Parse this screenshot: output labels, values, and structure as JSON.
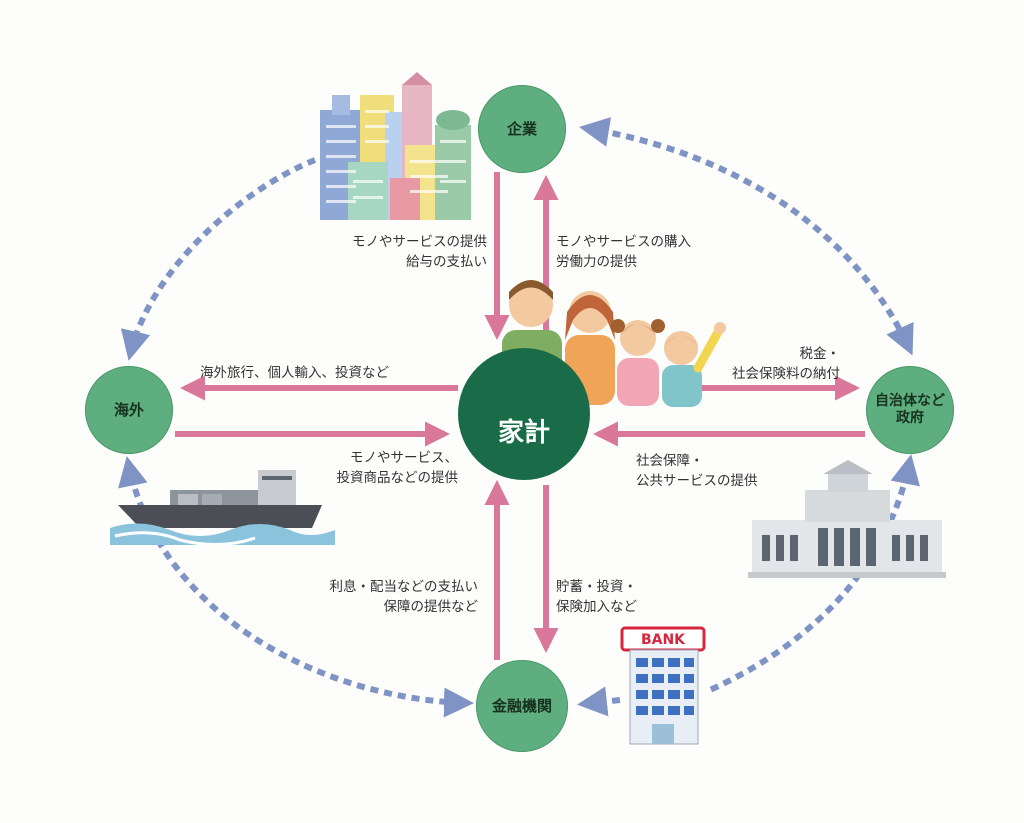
{
  "nodes": {
    "center": "家計",
    "company": "企業",
    "overseas": "海外",
    "government_line1": "自治体など",
    "government_line2": "政府",
    "finance": "金融機関"
  },
  "flows": {
    "company_to_household": [
      "モノやサービスの提供",
      "給与の支払い"
    ],
    "household_to_company": [
      "モノやサービスの購入",
      "労働力の提供"
    ],
    "household_to_overseas": [
      "海外旅行、個人輸入、投資など"
    ],
    "overseas_to_household": [
      "モノやサービス、",
      "投資商品などの提供"
    ],
    "household_to_government": [
      "税金・",
      "社会保険料の納付"
    ],
    "government_to_household": [
      "社会保障・",
      "公共サービスの提供"
    ],
    "finance_to_household": [
      "利息・配当などの支払い",
      "保障の提供など"
    ],
    "household_to_finance": [
      "貯蓄・投資・",
      "保険加入など"
    ]
  },
  "bank_sign": "BANK",
  "colors": {
    "node_green": "#5fae80",
    "center_green": "#1a6c48",
    "arrow_pink": "#d9789b",
    "dash_blue": "#7f93c4"
  }
}
